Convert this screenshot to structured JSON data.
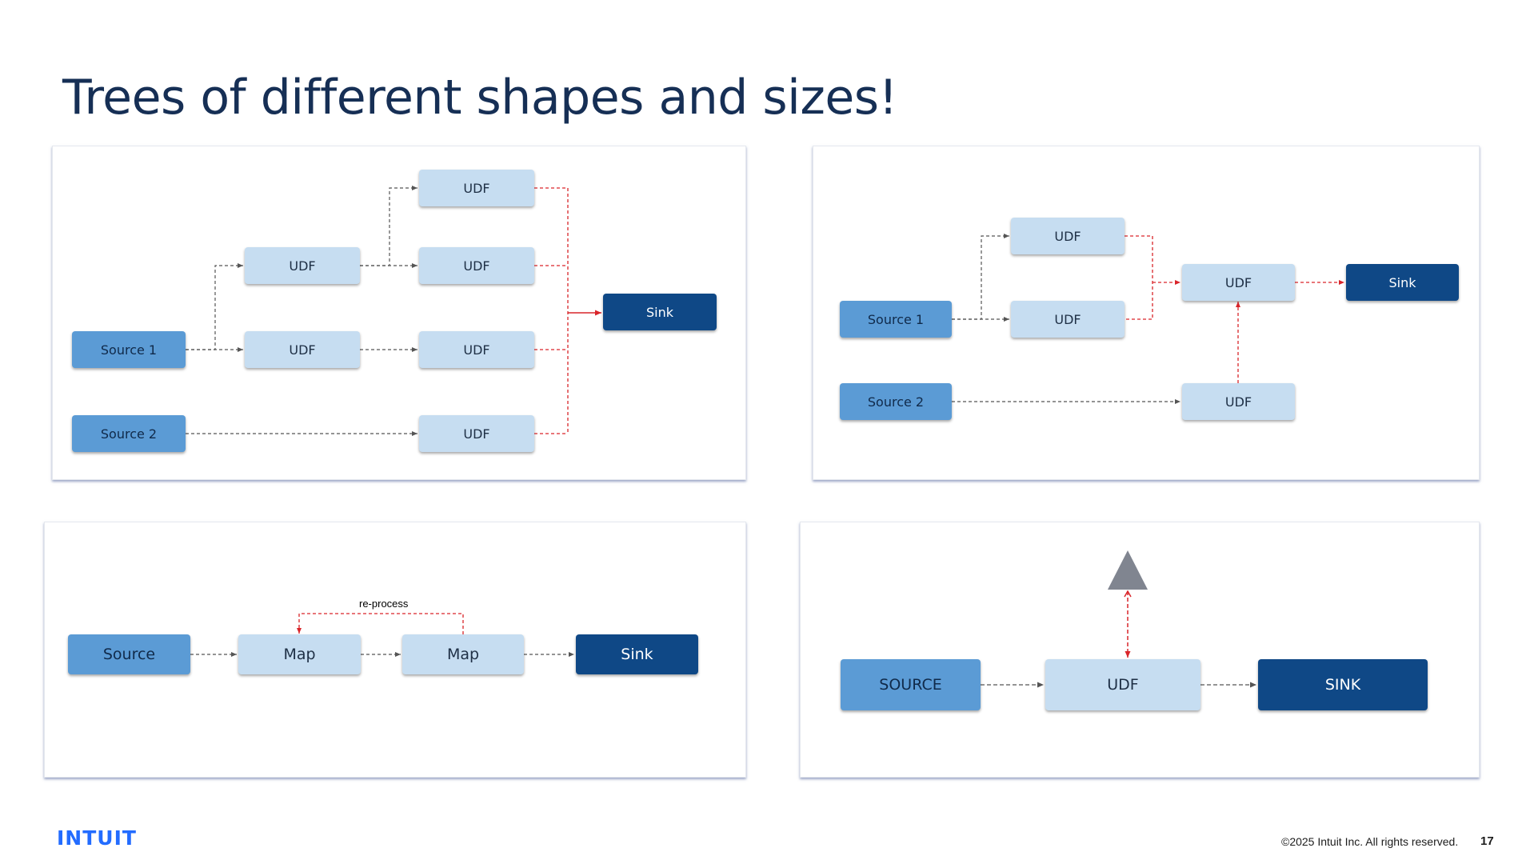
{
  "slide": {
    "title": "Trees of different shapes and sizes!",
    "page_number": "17",
    "copyright": "©2025 Intuit Inc. All rights reserved.",
    "logo": "INTUIT"
  },
  "colors": {
    "title": "#162f55",
    "source_node": "#5b9bd5",
    "udf_node": "#c6ddf1",
    "sink_node": "#0f4886",
    "forward_edge": "#555555",
    "merge_edge": "#d9252a",
    "logo": "#236cff"
  },
  "diagram_1": {
    "source_1": "Source 1",
    "source_2": "Source 2",
    "udf_a": "UDF",
    "udf_b": "UDF",
    "udf_c": "UDF",
    "udf_d": "UDF",
    "udf_e": "UDF",
    "udf_f": "UDF",
    "sink": "Sink"
  },
  "diagram_2": {
    "source_1": "Source 1",
    "source_2": "Source 2",
    "udf_top": "UDF",
    "udf_mid": "UDF",
    "udf_merge": "UDF",
    "udf_low": "UDF",
    "sink": "Sink"
  },
  "diagram_3": {
    "source": "Source",
    "map_1": "Map",
    "map_2": "Map",
    "sink": "Sink",
    "loop_label": "re-process"
  },
  "diagram_4": {
    "source": "SOURCE",
    "udf": "UDF",
    "sink": "SINK",
    "up_shape": "triangle-icon"
  }
}
